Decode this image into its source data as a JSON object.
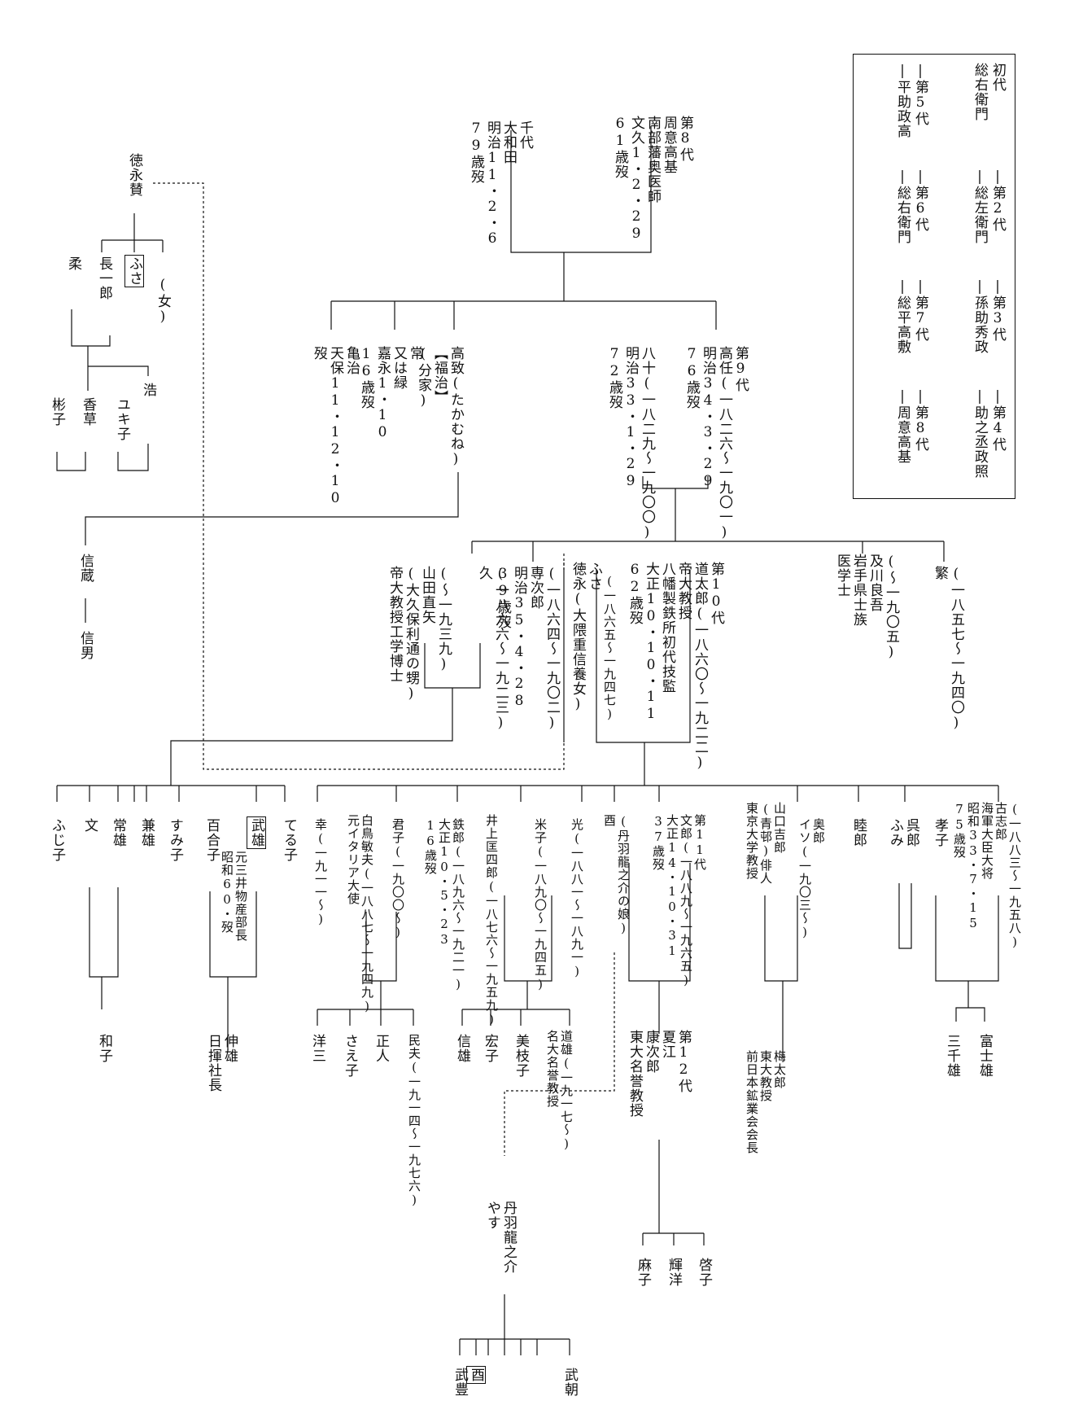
{
  "legend": {
    "c1": "初代\n総右衛門\n",
    "c2": "|第2代\n|総左衛門\n",
    "c3": "|第3代\n|孫助秀政\n",
    "c4": "|第4代\n|助之丞政照",
    "c5": "|第5代\n|平助政高",
    "c6": "|第6代\n|総右衛門",
    "c7": "|第7代\n|総平高敷",
    "c8": "|第8代\n|周意高基"
  },
  "people": {
    "tokunaga_san": "徳永賛",
    "chiyo": "千代\n大和田\n明治11・2・6\n79歳歿",
    "takamoto": "第8代\n周意高基\n南部藩奥医師\n文久1・2・29\n61歳歿",
    "kamekichi": "亀治\n天保11・12・10\n歿",
    "tsune": "常\n又は緑\n嘉永1・10\n16歳歿",
    "takachi": "高致(たかむね)\n【福治】\n(分家)",
    "hachiju": "八十(一八二九〜一九〇〇)\n明治33・1・29\n72歳歿",
    "takato": "第9代\n高任(一八二六〜一九〇一)\n明治34・3・29\n76歳歿",
    "hisa": "(一八六六〜一九二三)\n久",
    "yamada": "(〜一九三九)\n山田直矢\n(大久保利通の甥)\n帝大教授工学博士",
    "senjiro": "(一八六四〜一九〇二)\n専次郎\n明治35・4・28\n39歳歿",
    "fusa2": "ふさ\n徳永(大隈重信養女)",
    "fusa2_years": "(一八六五〜一九四七)",
    "michitaro": "第10代\n道太郎(一八六〇〜一九二二)\n帝大教授\n八幡製鉄所初代技監\n大正10・10・11\n62歳歿",
    "oikawa": "(〜一九〇五)\n及川良吾\n岩手県士族\n医学士",
    "shige": "(一八五七〜一九四〇)\n繁",
    "chou": "長一郎",
    "fusa1": "ふさ",
    "onna": "(女)",
    "juu": "柔",
    "ko": "浩",
    "kaya": "香草",
    "yukiko": "ユキ子",
    "akiko": "彬子",
    "nobuzo": "信蔵",
    "nobuo": "信男",
    "fujiko": "ふじ子",
    "fumi": "文",
    "tsuneo": "常雄",
    "kaneo": "兼雄",
    "sumiko": "すみ子",
    "takeo": "武雄",
    "takeo_note": "元三井物産部長\n昭和60・歿",
    "yuriko": "百合子",
    "teruko": "てる子",
    "kazuko": "和子",
    "nobuo2": "伸雄\n日揮社長",
    "sachi": "幸(一九一一〜)",
    "shiratori": "白鳥敏夫(一八八七〜一九四九)\n元イタリア大使",
    "kimiko": "君子(一九〇〇〜)",
    "tetsuro": "鉄郎(一八九六〜一九二一)\n大正10・5・23\n16歳歿",
    "inoue": "井上匡四郎(一八七六〜一九五九)",
    "yoneko": "米子(一八九〇〜一九四五)",
    "hikaru": "光(一八八一〜一八九一)",
    "niwa_daughter": "(丹羽龍之介の娘)\n酉",
    "fumiro": "第11代\n文郎(一八八九〜一九六五)\n大正14・10・31\n37歳歿",
    "yamaguchi": "山口吉郎\n(青邨)俳人\n東京大学教授",
    "okuro": "奥郎\nイソ(一九〇三〜)",
    "mutsuro": "睦郎",
    "kureo": "呉郎\nふみ",
    "takako": "孝子",
    "koshiro": "(一八八三〜一九五八)\n古志郎\n海軍大臣大将\n昭和33・7・15\n75歳歿",
    "yozo": "洋三",
    "saeko": "さえ子",
    "masato": "正人",
    "tamio": "民夫(一九一四〜一九七六)",
    "nobuo3": "信雄",
    "hiroko": "宏子",
    "mieko": "美枝子",
    "michio": "道雄(一九一七〜)\n名大名誉教授",
    "yasujiro": "第12代\n夏江\n康次郎\n東大名誉教授",
    "umetaro": "梅太郎\n東大教授\n前日本鉱業会会長",
    "michiko": "三千雄",
    "fujio": "富士雄",
    "niwa": "丹羽龍之介\nやす",
    "asako": "麻子",
    "teruhiro": "輝洋",
    "keiko": "啓子",
    "tori2": "酉",
    "takeyutaka": "武豊",
    "taketomo": "武朝"
  }
}
